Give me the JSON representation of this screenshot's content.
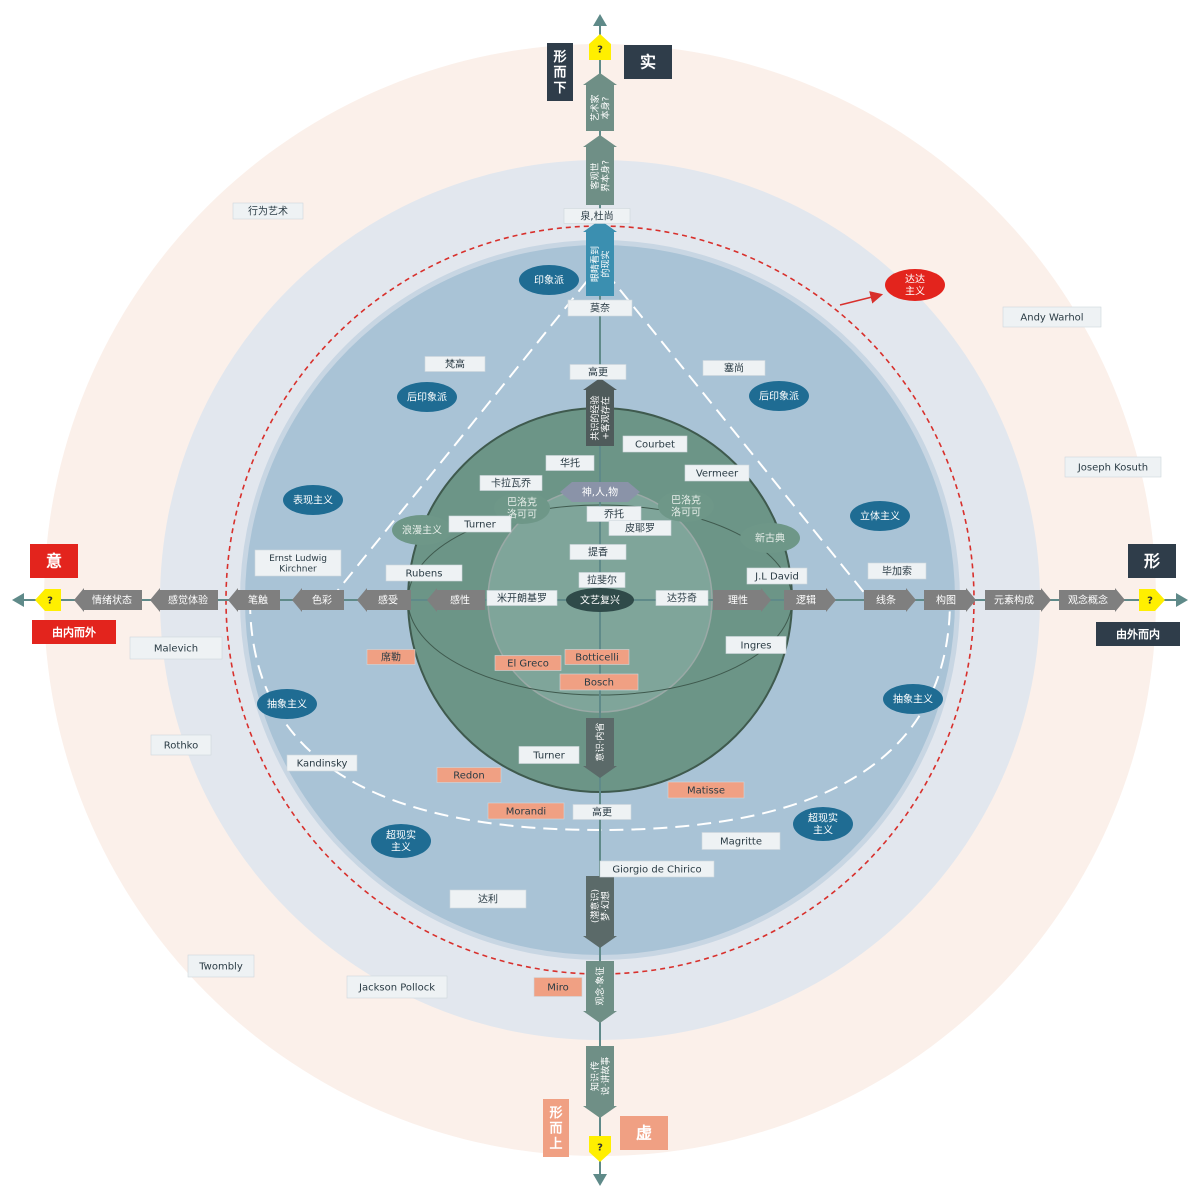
{
  "colors": {
    "outer_ring": "#fbf0ea",
    "ring2": "#e2e7ee",
    "ring3": "#c8d6e3",
    "ring4": "#a9c3d6",
    "inner_disc": "#6c9587",
    "inner_core": "#7fa59a",
    "axis": "#6b8c8a",
    "arrow_fill": "#7f7f7f",
    "axis_arrow": "#5f8a89",
    "label_box": "#eef2f4",
    "oval": "#1f6c93",
    "oval_inner": "#6e9788",
    "salmon": "#f0a083",
    "red": "#e3241d",
    "dark": "#2f3d4a",
    "yellow": "#ffef00",
    "dashed_red": "#d8302c"
  },
  "corners": {
    "top_left": "形\n而\n下",
    "top_right": "实",
    "bottom_left": "形\n而\n上",
    "bottom_right": "虚",
    "left_title": "意",
    "left_sub": "由内而外",
    "right_title": "形",
    "right_sub": "由外而内",
    "question": "?"
  },
  "vertical_up_arrows": [
    "艺术家\n本身?",
    "客观世\n界本身?",
    "眼睛看到\n的现实",
    "共识的经验\n+客观存在"
  ],
  "vertical_down_arrows": [
    "知识·传\n说·讲故事",
    "(潜意识)\n梦·幻想",
    "观念·象征",
    "意识·内省"
  ],
  "horizontal_left_arrows": [
    "情绪状态",
    "感觉体验",
    "笔触",
    "色彩",
    "感受",
    "感性"
  ],
  "horizontal_right_arrows": [
    "理性",
    "逻辑",
    "线条",
    "构图",
    "元素构成",
    "观念概念"
  ],
  "center": {
    "label": "文艺复兴",
    "top_arrow": "神,人,物",
    "core_labels": [
      "乔托",
      "提香",
      "拉斐尔",
      "米开朗基罗",
      "达芬奇"
    ]
  },
  "axis_labels": {
    "gaogeng_top": "高更",
    "gaogeng_bottom": "高更",
    "monet": "莫奈",
    "quan_shang": "泉,杜尚"
  },
  "ovals": {
    "yinxiang": "印象派",
    "hou_yinxiang_left": "后印象派",
    "hou_yinxiang_right": "后印象派",
    "biaoxian": "表现主义",
    "lilian": "浪漫主义",
    "baluoke_left": "巴洛克\n洛可可",
    "baluoke_right": "巴洛克\n洛可可",
    "xingudian": "新古典",
    "liti": "立体主义",
    "chouxiang_left": "抽象主义",
    "chouxiang_right": "抽象主义",
    "chaoxian_left": "超现实\n主义",
    "chaoxian_right": "超现实\n主义",
    "dada": "达达\n主义"
  },
  "artists": {
    "xingwei": "行为艺术",
    "warhol": "Andy Warhol",
    "kosuth": "Joseph Kosuth",
    "fangao": "梵高",
    "saishang": "塞尚",
    "courbet": "Courbet",
    "vermeer": "Vermeer",
    "huatuo": "华托",
    "kalawaqiao": "卡拉瓦乔",
    "turner_top": "Turner",
    "pieluo": "皮耶罗",
    "kirchner": "Ernst Ludwig\nKirchner",
    "rubens": "Rubens",
    "david": "J.L David",
    "picasso": "毕加索",
    "malevich": "Malevich",
    "xile": "席勒",
    "elgreco": "El Greco",
    "botticelli": "Botticelli",
    "bosch": "Bosch",
    "ingres": "Ingres",
    "rothko": "Rothko",
    "kandinsky": "Kandinsky",
    "turner_bottom": "Turner",
    "redon": "Redon",
    "matisse": "Matisse",
    "morandi": "Morandi",
    "magritte": "Magritte",
    "chirico": "Giorgio de Chirico",
    "dali": "达利",
    "twombly": "Twombly",
    "pollock": "Jackson Pollock",
    "miro": "Miro"
  }
}
